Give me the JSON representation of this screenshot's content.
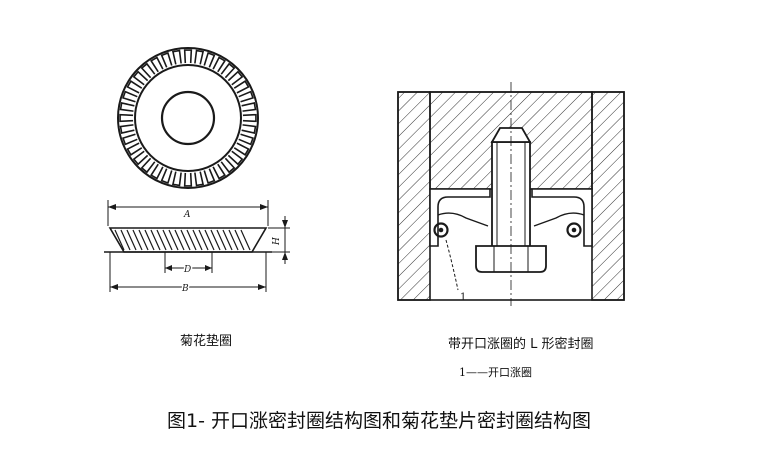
{
  "captions": {
    "left": "菊花垫圈",
    "right": "带开口涨圈的 L 形密封圈",
    "legend": "1——开口涨圈"
  },
  "figure_title": "图1- 开口涨密封圈结构图和菊花垫片密封圈结构图",
  "dimensions": {
    "A": "A",
    "D": "D",
    "B": "B",
    "H": "H"
  },
  "part_number": "1",
  "colors": {
    "ink": "#1a1a1a",
    "paper": "#ffffff"
  }
}
